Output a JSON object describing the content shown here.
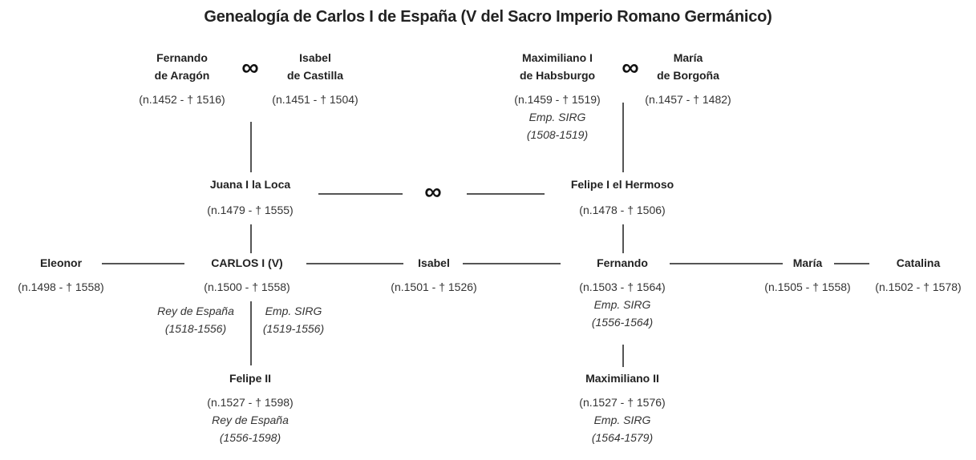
{
  "title": "Genealogía de Carlos I de España (V del Sacro Imperio Romano Germánico)",
  "marriage_symbol": "∞",
  "people": {
    "fernando_aragon": {
      "name_1": "Fernando",
      "name_2": "de Aragón",
      "dates": "(n.1452 - † 1516)"
    },
    "isabel_castilla": {
      "name_1": "Isabel",
      "name_2": "de Castilla",
      "dates": "(n.1451 - † 1504)"
    },
    "maximiliano_i": {
      "name_1": "Maximiliano I",
      "name_2": "de Habsburgo",
      "dates": "(n.1459 - † 1519)",
      "role": "Emp. SIRG",
      "role_dates": "(1508-1519)"
    },
    "maria_borgona": {
      "name_1": "María",
      "name_2": "de Borgoña",
      "dates": "(n.1457 - † 1482)"
    },
    "juana": {
      "name": "Juana I la Loca",
      "dates": "(n.1479 - † 1555)"
    },
    "felipe_i": {
      "name": "Felipe I el Hermoso",
      "dates": "(n.1478 - † 1506)"
    },
    "eleonor": {
      "name": "Eleonor",
      "dates": "(n.1498 - † 1558)"
    },
    "carlos": {
      "name": "CARLOS I (V)",
      "dates": "(n.1500 - † 1558)",
      "role_left": "Rey de España",
      "role_left_dates": "(1518-1556)",
      "role_right": "Emp. SIRG",
      "role_right_dates": "(1519-1556)"
    },
    "isabel": {
      "name": "Isabel",
      "dates": "(n.1501 - † 1526)"
    },
    "fernando": {
      "name": "Fernando",
      "dates": "(n.1503 - † 1564)",
      "role": "Emp. SIRG",
      "role_dates": "(1556-1564)"
    },
    "maria": {
      "name": "María",
      "dates": "(n.1505 - † 1558)"
    },
    "catalina": {
      "name": "Catalina",
      "dates": "(n.1502 - † 1578)"
    },
    "felipe_ii": {
      "name": "Felipe II",
      "dates": "(n.1527 - † 1598)",
      "role": "Rey de España",
      "role_dates": "(1556-1598)"
    },
    "maximiliano_ii": {
      "name": "Maximiliano II",
      "dates": "(n.1527 - † 1576)",
      "role": "Emp. SIRG",
      "role_dates": "(1564-1579)"
    }
  }
}
